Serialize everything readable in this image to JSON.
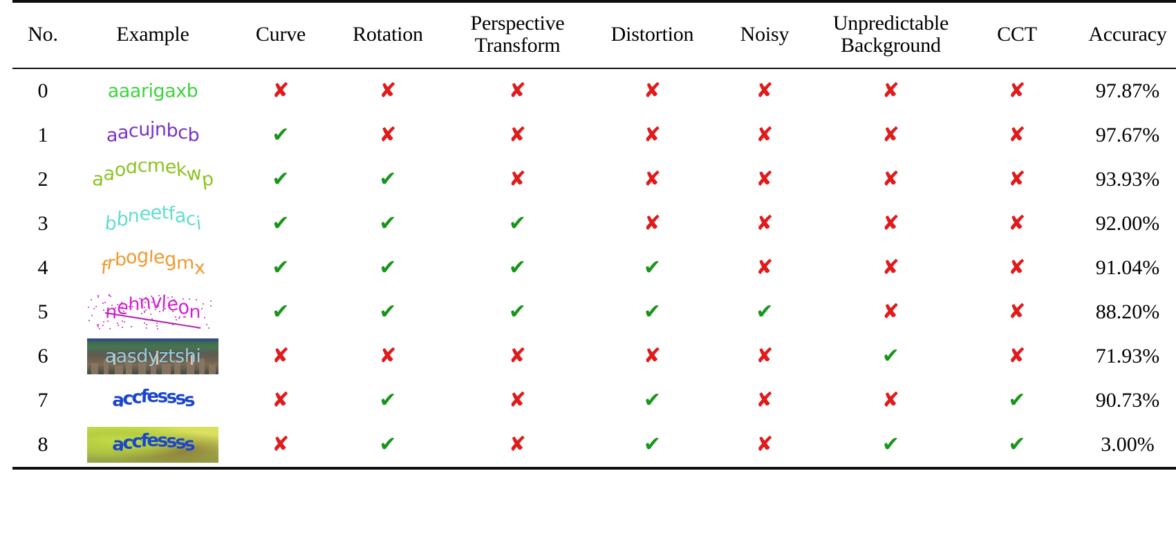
{
  "table": {
    "columns": [
      {
        "key": "no",
        "label": "No."
      },
      {
        "key": "example",
        "label": "Example"
      },
      {
        "key": "curve",
        "label": "Curve"
      },
      {
        "key": "rotation",
        "label": "Rotation"
      },
      {
        "key": "perspective",
        "label": "Perspective\nTransform"
      },
      {
        "key": "distortion",
        "label": "Distortion"
      },
      {
        "key": "noisy",
        "label": "Noisy"
      },
      {
        "key": "unpredictable_background",
        "label": "Unpredictable\nBackground"
      },
      {
        "key": "cct",
        "label": "CCT"
      },
      {
        "key": "accuracy",
        "label": "Accuracy"
      }
    ],
    "header_lines": {
      "perspective_line1": "Perspective",
      "perspective_line2": "Transform",
      "unpredictable_line1": "Unpredictable",
      "unpredictable_line2": "Background"
    },
    "marks": {
      "yes_glyph": "✔",
      "no_glyph": "✘",
      "yes_color": "#199519",
      "no_color": "#e01b1b"
    },
    "rows": [
      {
        "no": "0",
        "example_text": "aaarigaxb",
        "example_color": "#3fd23f",
        "curve": false,
        "rotation": false,
        "perspective": false,
        "distortion": false,
        "noisy": false,
        "unpredictable_background": false,
        "cct": false,
        "accuracy": "97.87%"
      },
      {
        "no": "1",
        "example_text": "aacujnbcb",
        "example_color": "#7a32c8",
        "curve": true,
        "rotation": false,
        "perspective": false,
        "distortion": false,
        "noisy": false,
        "unpredictable_background": false,
        "cct": false,
        "accuracy": "97.67%"
      },
      {
        "no": "2",
        "example_text": "aaodcmekwp",
        "example_color": "#8cc420",
        "curve": true,
        "rotation": true,
        "perspective": false,
        "distortion": false,
        "noisy": false,
        "unpredictable_background": false,
        "cct": false,
        "accuracy": "93.93%"
      },
      {
        "no": "3",
        "example_text": "bbneetfaci",
        "example_color": "#62ddcf",
        "curve": true,
        "rotation": true,
        "perspective": true,
        "distortion": false,
        "noisy": false,
        "unpredictable_background": false,
        "cct": false,
        "accuracy": "92.00%"
      },
      {
        "no": "4",
        "example_text": "frboglegmx",
        "example_color": "#ef9a33",
        "curve": true,
        "rotation": true,
        "perspective": true,
        "distortion": true,
        "noisy": false,
        "unpredictable_background": false,
        "cct": false,
        "accuracy": "91.04%"
      },
      {
        "no": "5",
        "example_text": "nehnvleon",
        "example_color": "#d51fd5",
        "curve": true,
        "rotation": true,
        "perspective": true,
        "distortion": true,
        "noisy": true,
        "unpredictable_background": false,
        "cct": false,
        "accuracy": "88.20%"
      },
      {
        "no": "6",
        "example_text": "aasdyztshi",
        "example_color": "#9fd9e8",
        "curve": false,
        "rotation": false,
        "perspective": false,
        "distortion": false,
        "noisy": false,
        "unpredictable_background": true,
        "cct": false,
        "accuracy": "71.93%"
      },
      {
        "no": "7",
        "example_text": "accfessss",
        "example_color": "#1a46cc",
        "curve": false,
        "rotation": true,
        "perspective": false,
        "distortion": true,
        "noisy": false,
        "unpredictable_background": false,
        "cct": true,
        "accuracy": "90.73%"
      },
      {
        "no": "8",
        "example_text": "accfessss",
        "example_color": "#1a46cc",
        "curve": false,
        "rotation": true,
        "perspective": false,
        "distortion": true,
        "noisy": false,
        "unpredictable_background": true,
        "cct": true,
        "accuracy": "3.00%"
      }
    ]
  }
}
